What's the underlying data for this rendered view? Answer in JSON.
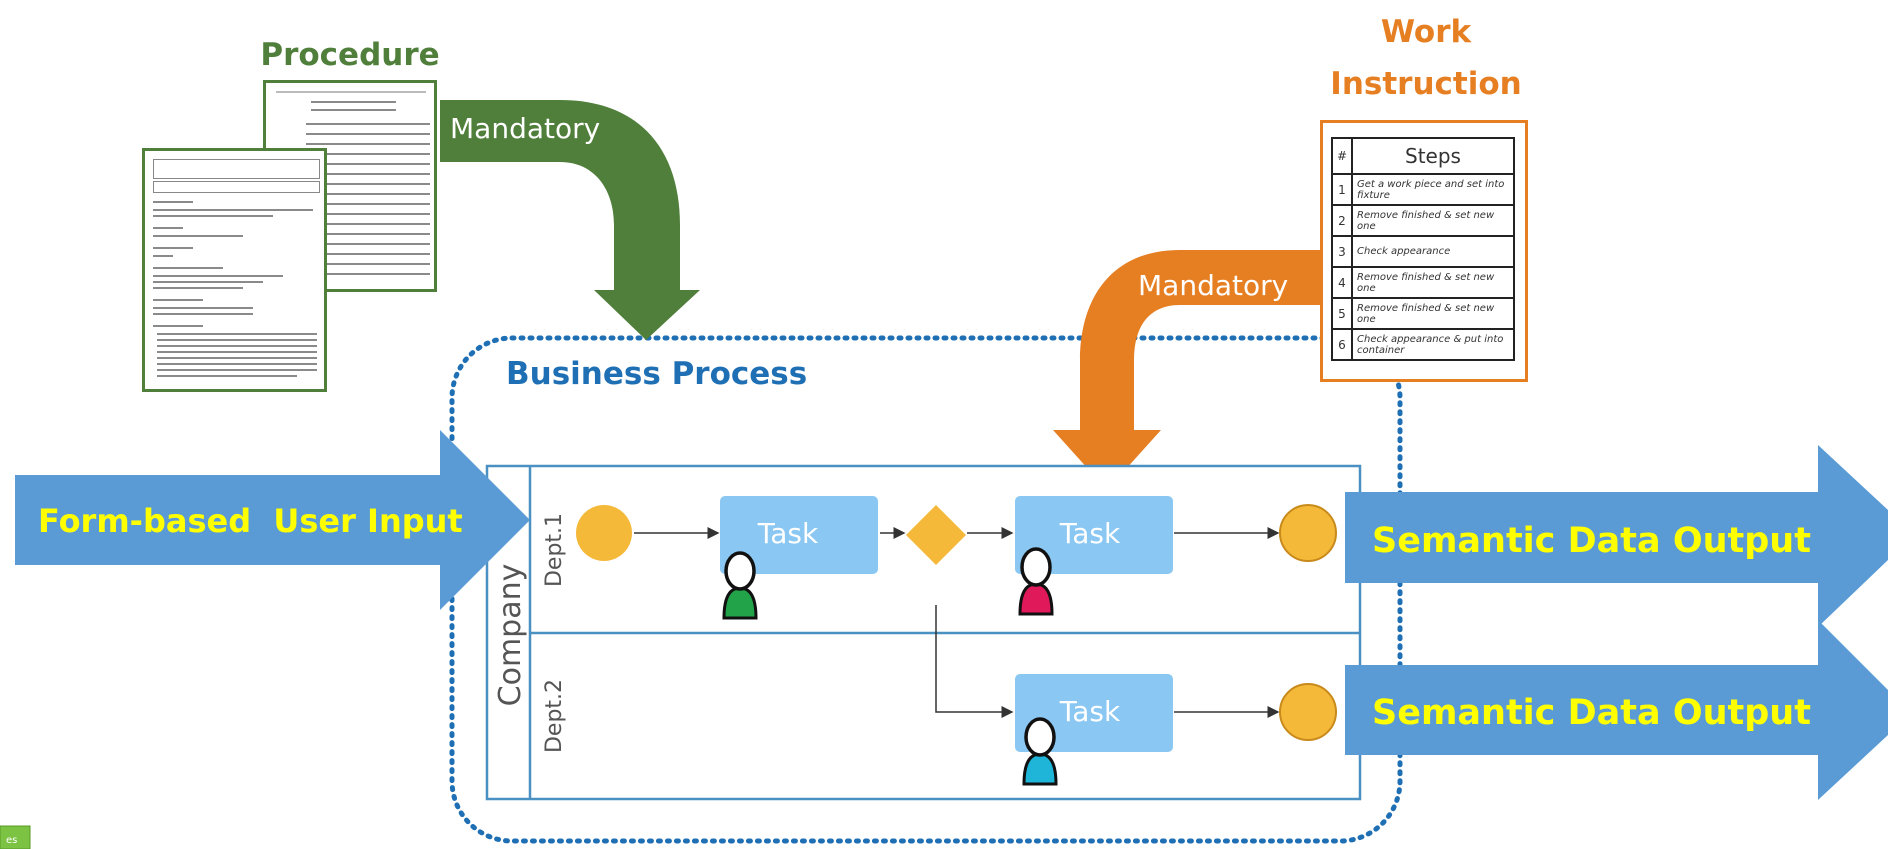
{
  "procedure": {
    "title": "Procedure",
    "arrow_label": "Mandatory"
  },
  "work_instruction": {
    "title_line1": "Work",
    "title_line2": "Instruction",
    "arrow_label": "Mandatory",
    "table_header_num": "#",
    "table_header_steps": "Steps",
    "steps": [
      {
        "num": "1",
        "text": "Get a work piece and set into fixture"
      },
      {
        "num": "2",
        "text": "Remove finished & set new one"
      },
      {
        "num": "3",
        "text": "Check appearance"
      },
      {
        "num": "4",
        "text": "Remove finished & set new one"
      },
      {
        "num": "5",
        "text": "Remove finished & set new one"
      },
      {
        "num": "6",
        "text": "Check appearance & put into container"
      }
    ]
  },
  "business_process": {
    "title": "Business Process",
    "pool_label": "Company",
    "lane1_label": "Dept.1",
    "lane2_label": "Dept.2",
    "task1": "Task",
    "task2": "Task",
    "task3": "Task"
  },
  "input_arrow": {
    "label": "Form-based  User Input"
  },
  "output_arrows": {
    "label1": "Semantic Data Output",
    "label2": "Semantic Data Output"
  },
  "corner_badge": {
    "text": "es"
  },
  "colors": {
    "green": "#4f7f3a",
    "orange": "#e67e22",
    "blue_arrow": "#5b9bd5",
    "yellow_text": "#ffff00",
    "task_fill": "#8ac7f2",
    "event_fill": "#f5b93a",
    "pool_border": "#4a90c2",
    "dotted_border": "#1f6fb4"
  }
}
